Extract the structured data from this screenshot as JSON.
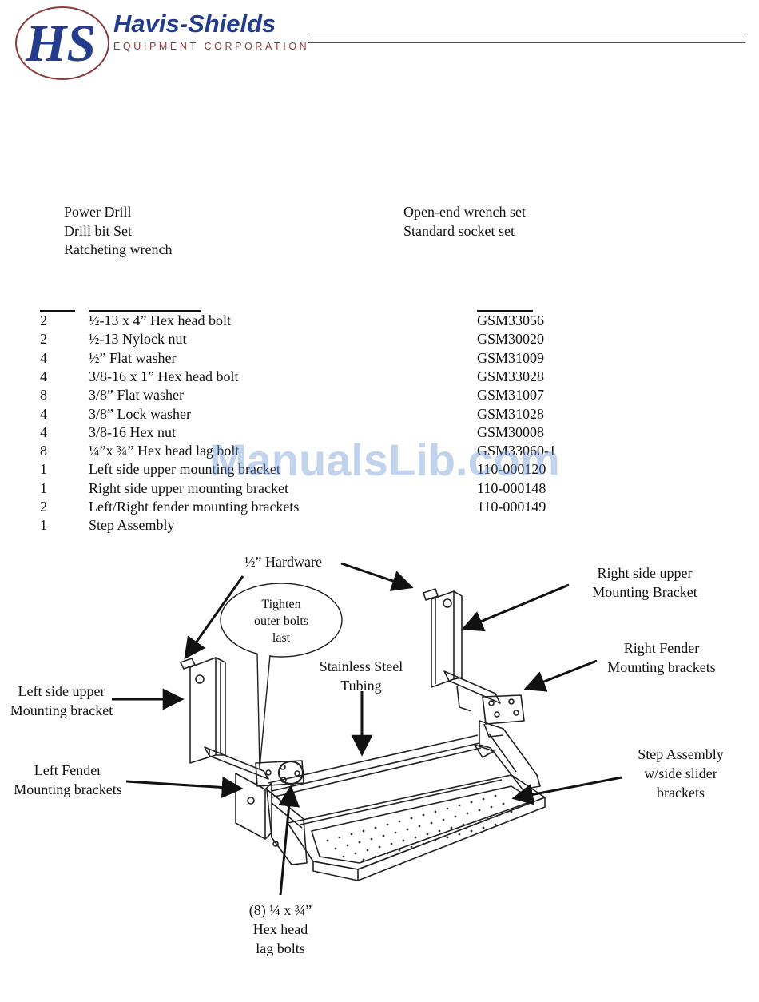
{
  "header": {
    "logo_letters": "HS",
    "company_name": "Havis-Shields",
    "company_subtitle": "EQUIPMENT CORPORATION"
  },
  "tools": {
    "left": [
      "Power Drill",
      "Drill bit Set",
      "Ratcheting wrench"
    ],
    "right": [
      "Open-end wrench set",
      "Standard socket set"
    ]
  },
  "parts": [
    {
      "qty": "2",
      "desc": "½-13 x 4” Hex head bolt",
      "pn": "GSM33056"
    },
    {
      "qty": "2",
      "desc": "½-13 Nylock nut",
      "pn": "GSM30020"
    },
    {
      "qty": "4",
      "desc": "½” Flat washer",
      "pn": "GSM31009"
    },
    {
      "qty": "4",
      "desc": "3/8-16 x 1” Hex head bolt",
      "pn": "GSM33028"
    },
    {
      "qty": "8",
      "desc": "3/8” Flat washer",
      "pn": "GSM31007"
    },
    {
      "qty": "4",
      "desc": "3/8” Lock washer",
      "pn": "GSM31028"
    },
    {
      "qty": "4",
      "desc": "3/8-16 Hex nut",
      "pn": "GSM30008"
    },
    {
      "qty": "8",
      "desc": "¼”x ¾” Hex head lag bolt",
      "pn": "GSM33060-1"
    },
    {
      "qty": "1",
      "desc": "Left side upper mounting bracket",
      "pn": "110-000120"
    },
    {
      "qty": "1",
      "desc": "Right side upper mounting bracket",
      "pn": "110-000148"
    },
    {
      "qty": "2",
      "desc": "Left/Right fender mounting brackets",
      "pn": "110-000149"
    },
    {
      "qty": "1",
      "desc": "Step Assembly",
      "pn": ""
    }
  ],
  "diagram": {
    "hardware": "½” Hardware",
    "bubble": [
      "Tighten",
      "outer bolts",
      "last"
    ],
    "left_upper": [
      "Left side upper",
      "Mounting bracket"
    ],
    "left_fender": [
      "Left Fender",
      "Mounting brackets"
    ],
    "tubing": [
      "Stainless Steel",
      "Tubing"
    ],
    "right_upper": [
      "Right side upper",
      "Mounting Bracket"
    ],
    "right_fender": [
      "Right Fender",
      "Mounting brackets"
    ],
    "step_assembly": [
      "Step Assembly",
      "w/side slider",
      "brackets"
    ],
    "lag_bolts": [
      "(8) ¼ x ¾”",
      "Hex head",
      "lag bolts"
    ]
  },
  "watermark": "ManualsLib.com"
}
